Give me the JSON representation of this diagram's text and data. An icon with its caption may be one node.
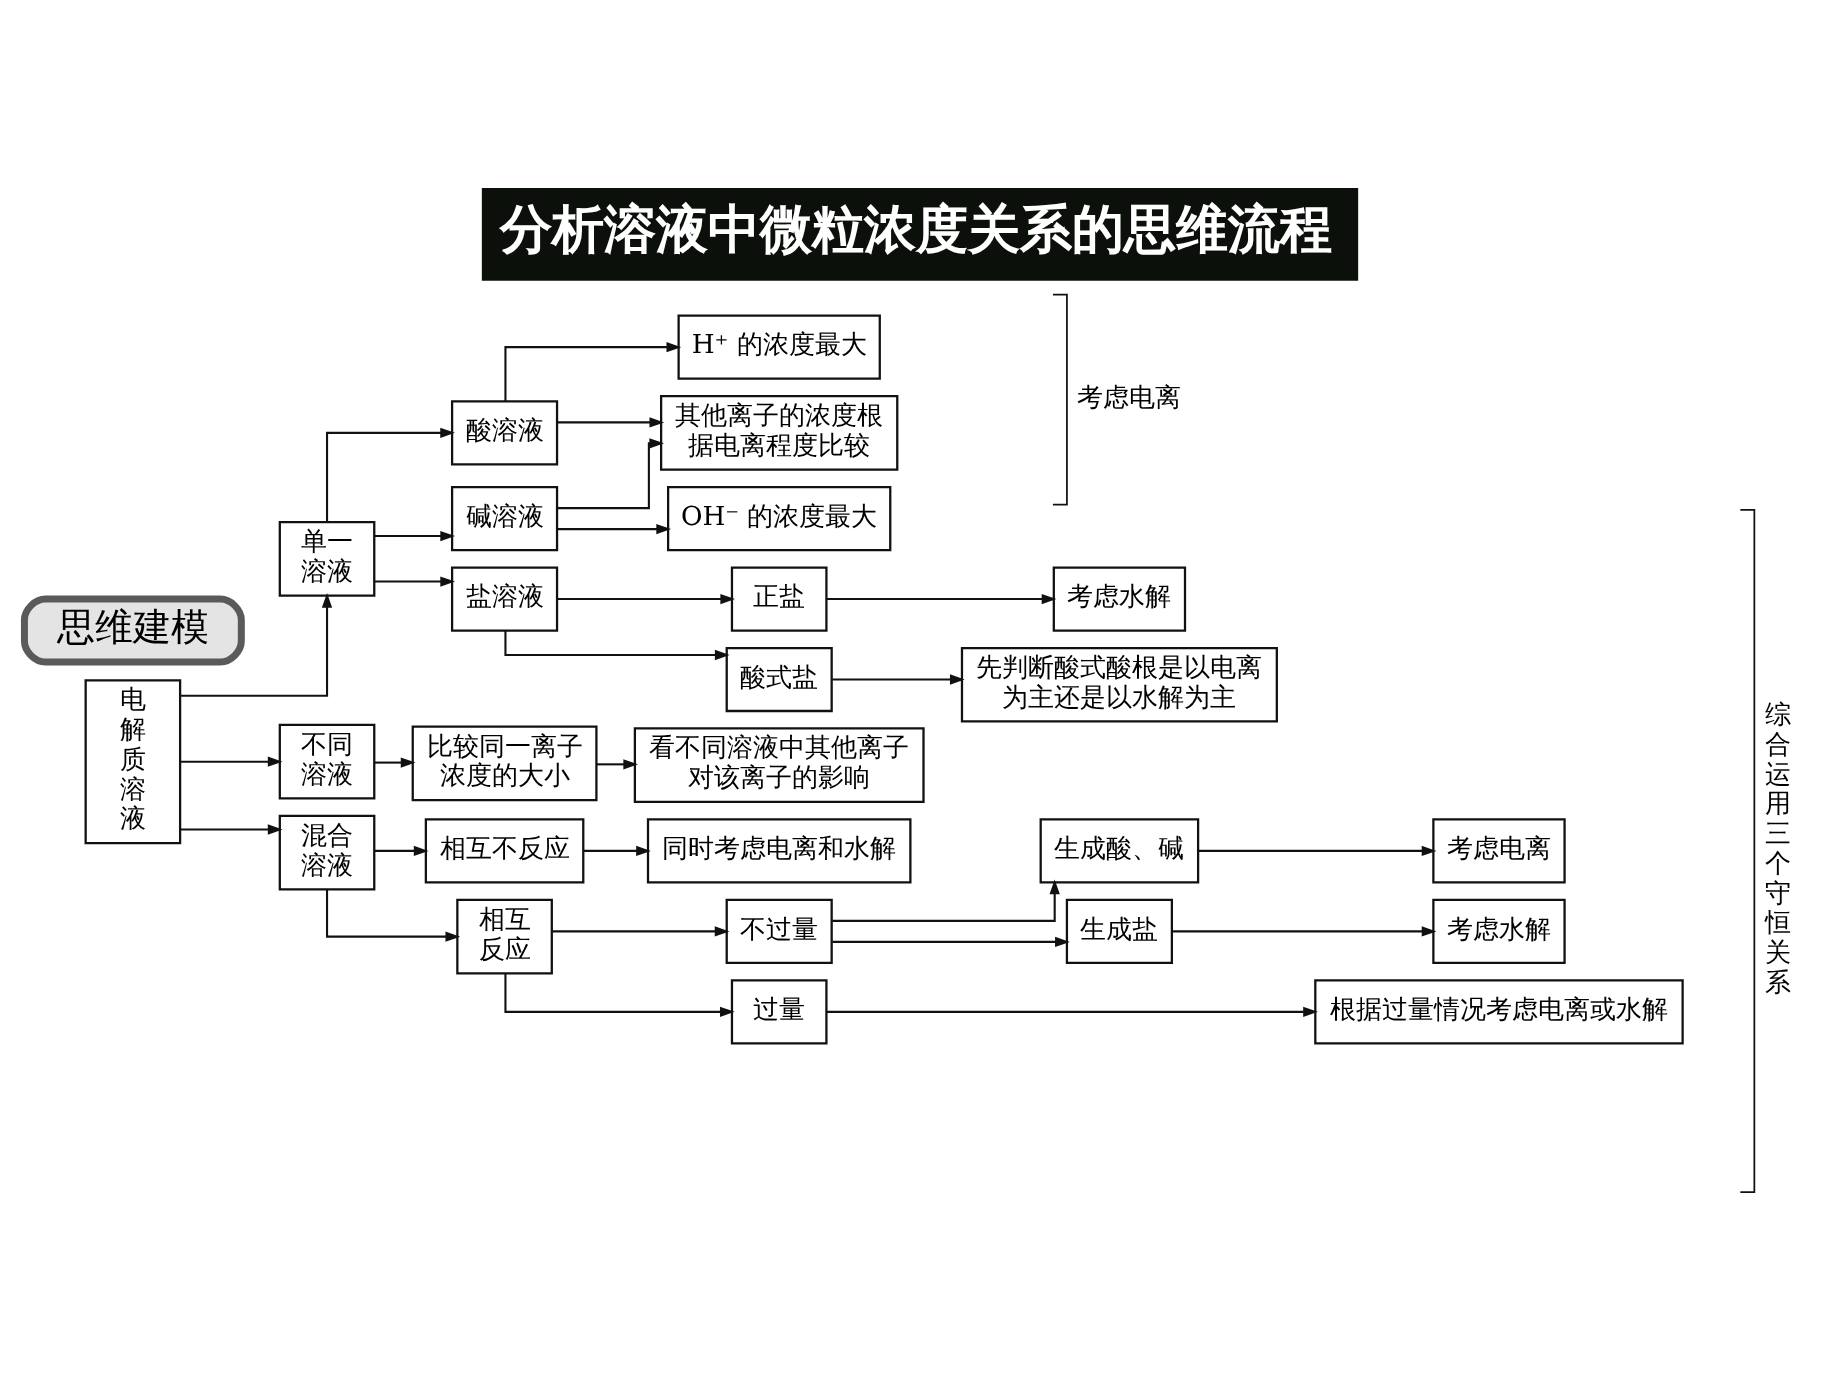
{
  "diagram": {
    "title": "分析溶液中微粒浓度关系的思维流程",
    "nodes": [
      {
        "text": [
          "思维建模"
        ]
      },
      {
        "text": [
          "电解质溶液"
        ]
      },
      {
        "text": [
          "单一溶液"
        ]
      },
      {
        "text": [
          "酸溶液"
        ]
      },
      {
        "text": [
          "H⁺ 的浓度最大"
        ]
      },
      {
        "text": [
          "其他离子的浓度根据电离程度比较"
        ]
      },
      {
        "text": [
          "碱溶液"
        ]
      },
      {
        "text": [
          "OH⁻ 的浓度最大"
        ]
      },
      {
        "text": [
          "盐溶液"
        ]
      },
      {
        "text": [
          "正盐"
        ]
      },
      {
        "text": [
          "考虑水解"
        ]
      },
      {
        "text": [
          "酸式盐"
        ]
      },
      {
        "text": [
          "先判断酸式酸根是以电离为主还是以水解为主"
        ]
      },
      {
        "text": [
          "不同溶液"
        ]
      },
      {
        "text": [
          "比较同一离子浓度的大小"
        ]
      },
      {
        "text": [
          "看不同溶液中其他离子对该离子的影响"
        ]
      },
      {
        "text": [
          "混合溶液"
        ]
      },
      {
        "text": [
          "相互不反应"
        ]
      },
      {
        "text": [
          "同时考虑电离和水解"
        ]
      },
      {
        "text": [
          "相互反应"
        ]
      },
      {
        "text": [
          "不过量"
        ]
      },
      {
        "text": [
          "生成酸、碱"
        ]
      },
      {
        "text": [
          "考虑电离"
        ]
      },
      {
        "text": [
          "生成盐"
        ]
      },
      {
        "text": [
          "考虑水解"
        ]
      },
      {
        "text": [
          "过量"
        ]
      },
      {
        "text": [
          "根据过量情况考虑电离或水解"
        ]
      }
    ],
    "edges": [
      {
        "from": 1,
        "to": 2,
        "arrow": "to"
      },
      {
        "from": 1,
        "to": 13,
        "arrow": "to"
      },
      {
        "from": 1,
        "to": 16,
        "arrow": "to"
      },
      {
        "from": 2,
        "to": 3,
        "arrow": "to"
      },
      {
        "from": 2,
        "to": 6,
        "arrow": "to"
      },
      {
        "from": 2,
        "to": 8,
        "arrow": "to"
      },
      {
        "from": 3,
        "to": 4,
        "arrow": "to"
      },
      {
        "from": 3,
        "to": 5,
        "arrow": "to"
      },
      {
        "from": 6,
        "to": 5,
        "arrow": "to"
      },
      {
        "from": 6,
        "to": 7,
        "arrow": "to"
      },
      {
        "from": 8,
        "to": 9,
        "arrow": "to"
      },
      {
        "from": 8,
        "to": 11,
        "arrow": "to"
      },
      {
        "from": 9,
        "to": 10,
        "arrow": "to"
      },
      {
        "from": 11,
        "to": 12,
        "arrow": "to"
      },
      {
        "from": 13,
        "to": 14,
        "arrow": "to"
      },
      {
        "from": 14,
        "to": 15,
        "arrow": "to"
      },
      {
        "from": 16,
        "to": 17,
        "arrow": "to"
      },
      {
        "from": 16,
        "to": 19,
        "arrow": "to"
      },
      {
        "from": 17,
        "to": 18,
        "arrow": "to"
      },
      {
        "from": 19,
        "to": 20,
        "arrow": "to"
      },
      {
        "from": 19,
        "to": 25,
        "arrow": "to"
      },
      {
        "from": 20,
        "to": 21,
        "arrow": "to"
      },
      {
        "from": 20,
        "to": 23,
        "arrow": "to"
      },
      {
        "from": 21,
        "to": 22,
        "arrow": "to"
      },
      {
        "from": 23,
        "to": 24,
        "arrow": "to"
      },
      {
        "from": 25,
        "to": 26,
        "arrow": "to"
      }
    ],
    "labels": [
      "考虑电离",
      "综合运用三个守恒关系"
    ]
  }
}
